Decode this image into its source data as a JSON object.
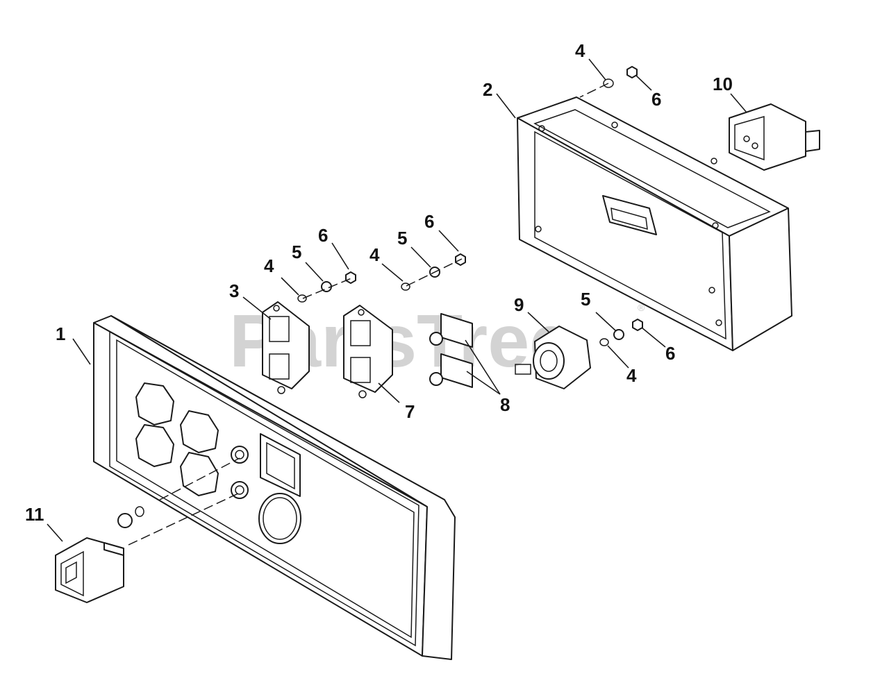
{
  "watermark": {
    "text": "PartsTree",
    "trademark": "®",
    "color": "#b0b0b0"
  },
  "callouts": [
    {
      "id": "c1",
      "label": "1"
    },
    {
      "id": "c2",
      "label": "2"
    },
    {
      "id": "c3",
      "label": "3"
    },
    {
      "id": "c4a",
      "label": "4"
    },
    {
      "id": "c4b",
      "label": "4"
    },
    {
      "id": "c4c",
      "label": "4"
    },
    {
      "id": "c4d",
      "label": "4"
    },
    {
      "id": "c5a",
      "label": "5"
    },
    {
      "id": "c5b",
      "label": "5"
    },
    {
      "id": "c5c",
      "label": "5"
    },
    {
      "id": "c6a",
      "label": "6"
    },
    {
      "id": "c6b",
      "label": "6"
    },
    {
      "id": "c6c",
      "label": "6"
    },
    {
      "id": "c6d",
      "label": "6"
    },
    {
      "id": "c7",
      "label": "7"
    },
    {
      "id": "c8",
      "label": "8"
    },
    {
      "id": "c9",
      "label": "9"
    },
    {
      "id": "c10",
      "label": "10"
    },
    {
      "id": "c11",
      "label": "11"
    }
  ]
}
